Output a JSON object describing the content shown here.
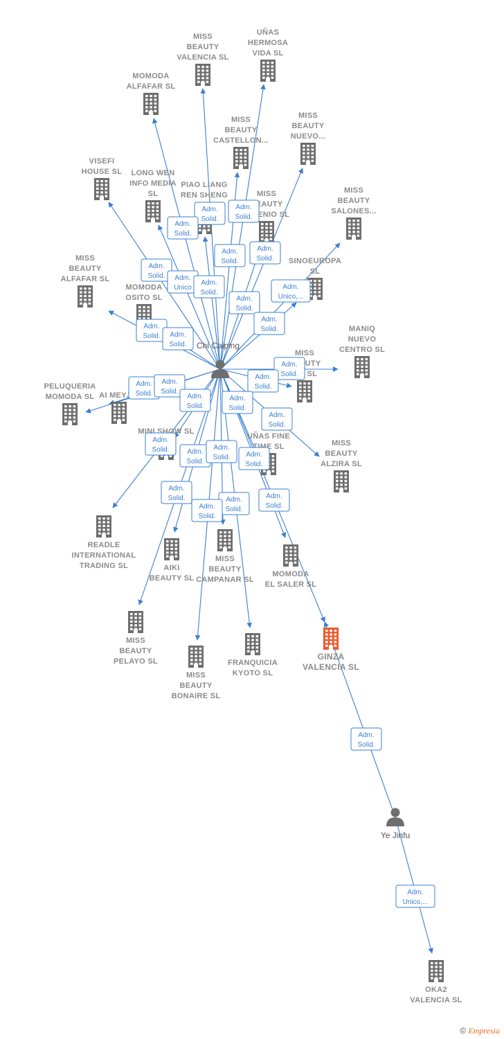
{
  "colors": {
    "edge": "#3b7fd0",
    "building": "#6e6e6e",
    "highlight": "#f0582a",
    "person": "#6e6e6e"
  },
  "people": [
    {
      "id": "chi",
      "label": "Chi Caiping"
    },
    {
      "id": "ye",
      "label": "Ye Jinfu"
    }
  ],
  "companies": [
    {
      "id": "c1",
      "lines": [
        "MISS",
        "BEAUTY",
        "VALENCIA  SL"
      ]
    },
    {
      "id": "c2",
      "lines": [
        "UÑAS",
        "HERMOSA",
        "VIDA  SL"
      ]
    },
    {
      "id": "c3",
      "lines": [
        "MOMODA",
        "ALFAFAR  SL"
      ]
    },
    {
      "id": "c4",
      "lines": [
        "MISS",
        "BEAUTY",
        "CASTELLON..."
      ]
    },
    {
      "id": "c5",
      "lines": [
        "MISS",
        "BEAUTY",
        "NUEVO..."
      ]
    },
    {
      "id": "c6",
      "lines": [
        "VISEFI",
        "HOUSE  SL"
      ]
    },
    {
      "id": "c7",
      "lines": [
        "LONG WEN",
        "INFO MEDIA",
        "SL"
      ]
    },
    {
      "id": "c8",
      "lines": [
        "PIAO LIANG",
        "REN SHENG",
        "SL"
      ]
    },
    {
      "id": "c9",
      "lines": [
        "MISS",
        "BEAUTY",
        "SALONES..."
      ]
    },
    {
      "id": "c10",
      "lines": [
        "MISS",
        "BEAUTY",
        "INGENIO  SL"
      ]
    },
    {
      "id": "c11",
      "lines": [
        "MISS",
        "BEAUTY",
        "ALFAFAR  SL"
      ]
    },
    {
      "id": "c12",
      "lines": [
        "SINOEUROPA",
        "SL"
      ]
    },
    {
      "id": "c13",
      "lines": [
        "MOMODA",
        "OSITO  SL"
      ]
    },
    {
      "id": "c14",
      "lines": [
        "MANIQ",
        "NUEVO",
        "CENTRO  SL"
      ]
    },
    {
      "id": "c15",
      "lines": [
        "MISS",
        "BEAUTY",
        "...N  SL"
      ]
    },
    {
      "id": "c16",
      "lines": [
        "PELUQUERIA",
        "MOMODA  SL"
      ]
    },
    {
      "id": "c17",
      "lines": [
        "AI MEYJIA"
      ]
    },
    {
      "id": "c18",
      "lines": [
        "MINI SHOW  SL"
      ]
    },
    {
      "id": "c19",
      "lines": [
        "UÑAS FINE",
        "TIME  SL"
      ]
    },
    {
      "id": "c20",
      "lines": [
        "MISS",
        "BEAUTY",
        "ALZIRA  SL"
      ]
    },
    {
      "id": "c21",
      "lines": [
        "READLE",
        "INTERNATIONAL",
        "TRADING  SL"
      ]
    },
    {
      "id": "c22",
      "lines": [
        "AIKI",
        "BEAUTY  SL"
      ]
    },
    {
      "id": "c23",
      "lines": [
        "MISS",
        "BEAUTY",
        "CAMPANAR  SL"
      ]
    },
    {
      "id": "c24",
      "lines": [
        "MOMODA",
        "EL SALER  SL"
      ]
    },
    {
      "id": "c25",
      "lines": [
        "MISS",
        "BEAUTY",
        "PELAYO  SL"
      ]
    },
    {
      "id": "c26",
      "lines": [
        "GINZA",
        "VALENCIA  SL"
      ],
      "highlight": true
    },
    {
      "id": "c27",
      "lines": [
        "FRANQUICIA",
        "KYOTO  SL"
      ]
    },
    {
      "id": "c28",
      "lines": [
        "MISS",
        "BEAUTY",
        "BONAIRE  SL"
      ]
    },
    {
      "id": "c29",
      "lines": [
        "OKA2",
        "VALENCIA  SL"
      ]
    }
  ],
  "edges": [
    {
      "from": "chi",
      "to": "c1",
      "label": [
        "Adm.",
        "Solid."
      ]
    },
    {
      "from": "chi",
      "to": "c2",
      "label": [
        "Adm.",
        "Solid."
      ]
    },
    {
      "from": "chi",
      "to": "c3",
      "label": [
        "Adm.",
        "Solid."
      ]
    },
    {
      "from": "chi",
      "to": "c4",
      "label": [
        "Adm.",
        "Solid."
      ]
    },
    {
      "from": "chi",
      "to": "c5",
      "label": [
        "Adm.",
        "Solid."
      ]
    },
    {
      "from": "chi",
      "to": "c6",
      "label": [
        "Adm.",
        "Solid."
      ]
    },
    {
      "from": "chi",
      "to": "c7",
      "label": [
        "Adm.",
        "Unico"
      ]
    },
    {
      "from": "chi",
      "to": "c8",
      "label": [
        "Adm.",
        "Solid."
      ]
    },
    {
      "from": "chi",
      "to": "c9",
      "label": [
        "Adm.",
        "Unico,..."
      ]
    },
    {
      "from": "chi",
      "to": "c10",
      "label": [
        "Adm.",
        "Solid."
      ]
    },
    {
      "from": "chi",
      "to": "c11",
      "label": [
        "Adm.",
        "Solid."
      ]
    },
    {
      "from": "chi",
      "to": "c12",
      "label": [
        "Adm.",
        "Solid."
      ]
    },
    {
      "from": "chi",
      "to": "c13",
      "label": [
        "Adm.",
        "Solid."
      ]
    },
    {
      "from": "chi",
      "to": "c14",
      "label": [
        "Adm.",
        "Solid."
      ]
    },
    {
      "from": "chi",
      "to": "c15",
      "label": [
        "Adm.",
        "Solid."
      ]
    },
    {
      "from": "chi",
      "to": "c16",
      "label": [
        "Adm.",
        "Solid."
      ]
    },
    {
      "from": "chi",
      "to": "c17",
      "label": [
        "Adm.",
        "Solid."
      ]
    },
    {
      "from": "chi",
      "to": "c18",
      "label": [
        "Adm.",
        "Solid."
      ]
    },
    {
      "from": "chi",
      "to": "c19",
      "label": [
        "Adm.",
        "Solid."
      ]
    },
    {
      "from": "chi",
      "to": "c20",
      "label": [
        "Adm.",
        "Solid."
      ]
    },
    {
      "from": "chi",
      "to": "c21",
      "label": [
        "Adm.",
        "Solid."
      ]
    },
    {
      "from": "chi",
      "to": "c22",
      "label": [
        "Adm.",
        "Solid."
      ]
    },
    {
      "from": "chi",
      "to": "c23",
      "label": [
        "Adm.",
        "Solid."
      ]
    },
    {
      "from": "chi",
      "to": "c24",
      "label": [
        "Adm.",
        "Solid."
      ]
    },
    {
      "from": "chi",
      "to": "c25",
      "label": [
        "Adm.",
        "Solid."
      ]
    },
    {
      "from": "chi",
      "to": "c26",
      "label": [
        "Adm.",
        "Solid."
      ]
    },
    {
      "from": "chi",
      "to": "c27",
      "label": [
        "Adm.",
        "Solid."
      ]
    },
    {
      "from": "chi",
      "to": "c28",
      "label": [
        "Adm.",
        "Solid."
      ]
    },
    {
      "from": "ye",
      "to": "c26",
      "label": [
        "Adm.",
        "Solid."
      ]
    },
    {
      "from": "ye",
      "to": "c29",
      "label": [
        "Adm.",
        "Unico,..."
      ]
    }
  ],
  "footer": {
    "copyright": "©",
    "brand": "Empresia"
  }
}
